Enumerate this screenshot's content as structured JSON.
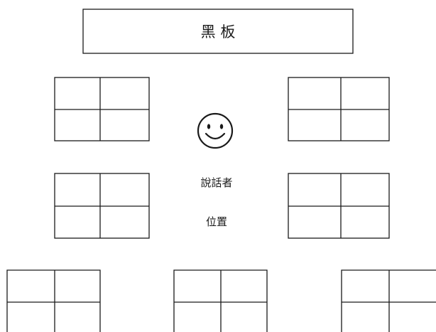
{
  "blackboard": {
    "label": "黑 板"
  },
  "speaker": {
    "icon": "smiley-face-icon",
    "label_line1": "說話者",
    "label_line2": "位置"
  },
  "desk_groups": {
    "count": 7,
    "cells_per_group": 4
  },
  "colors": {
    "line": "#1a1a1a",
    "background": "#ffffff"
  }
}
